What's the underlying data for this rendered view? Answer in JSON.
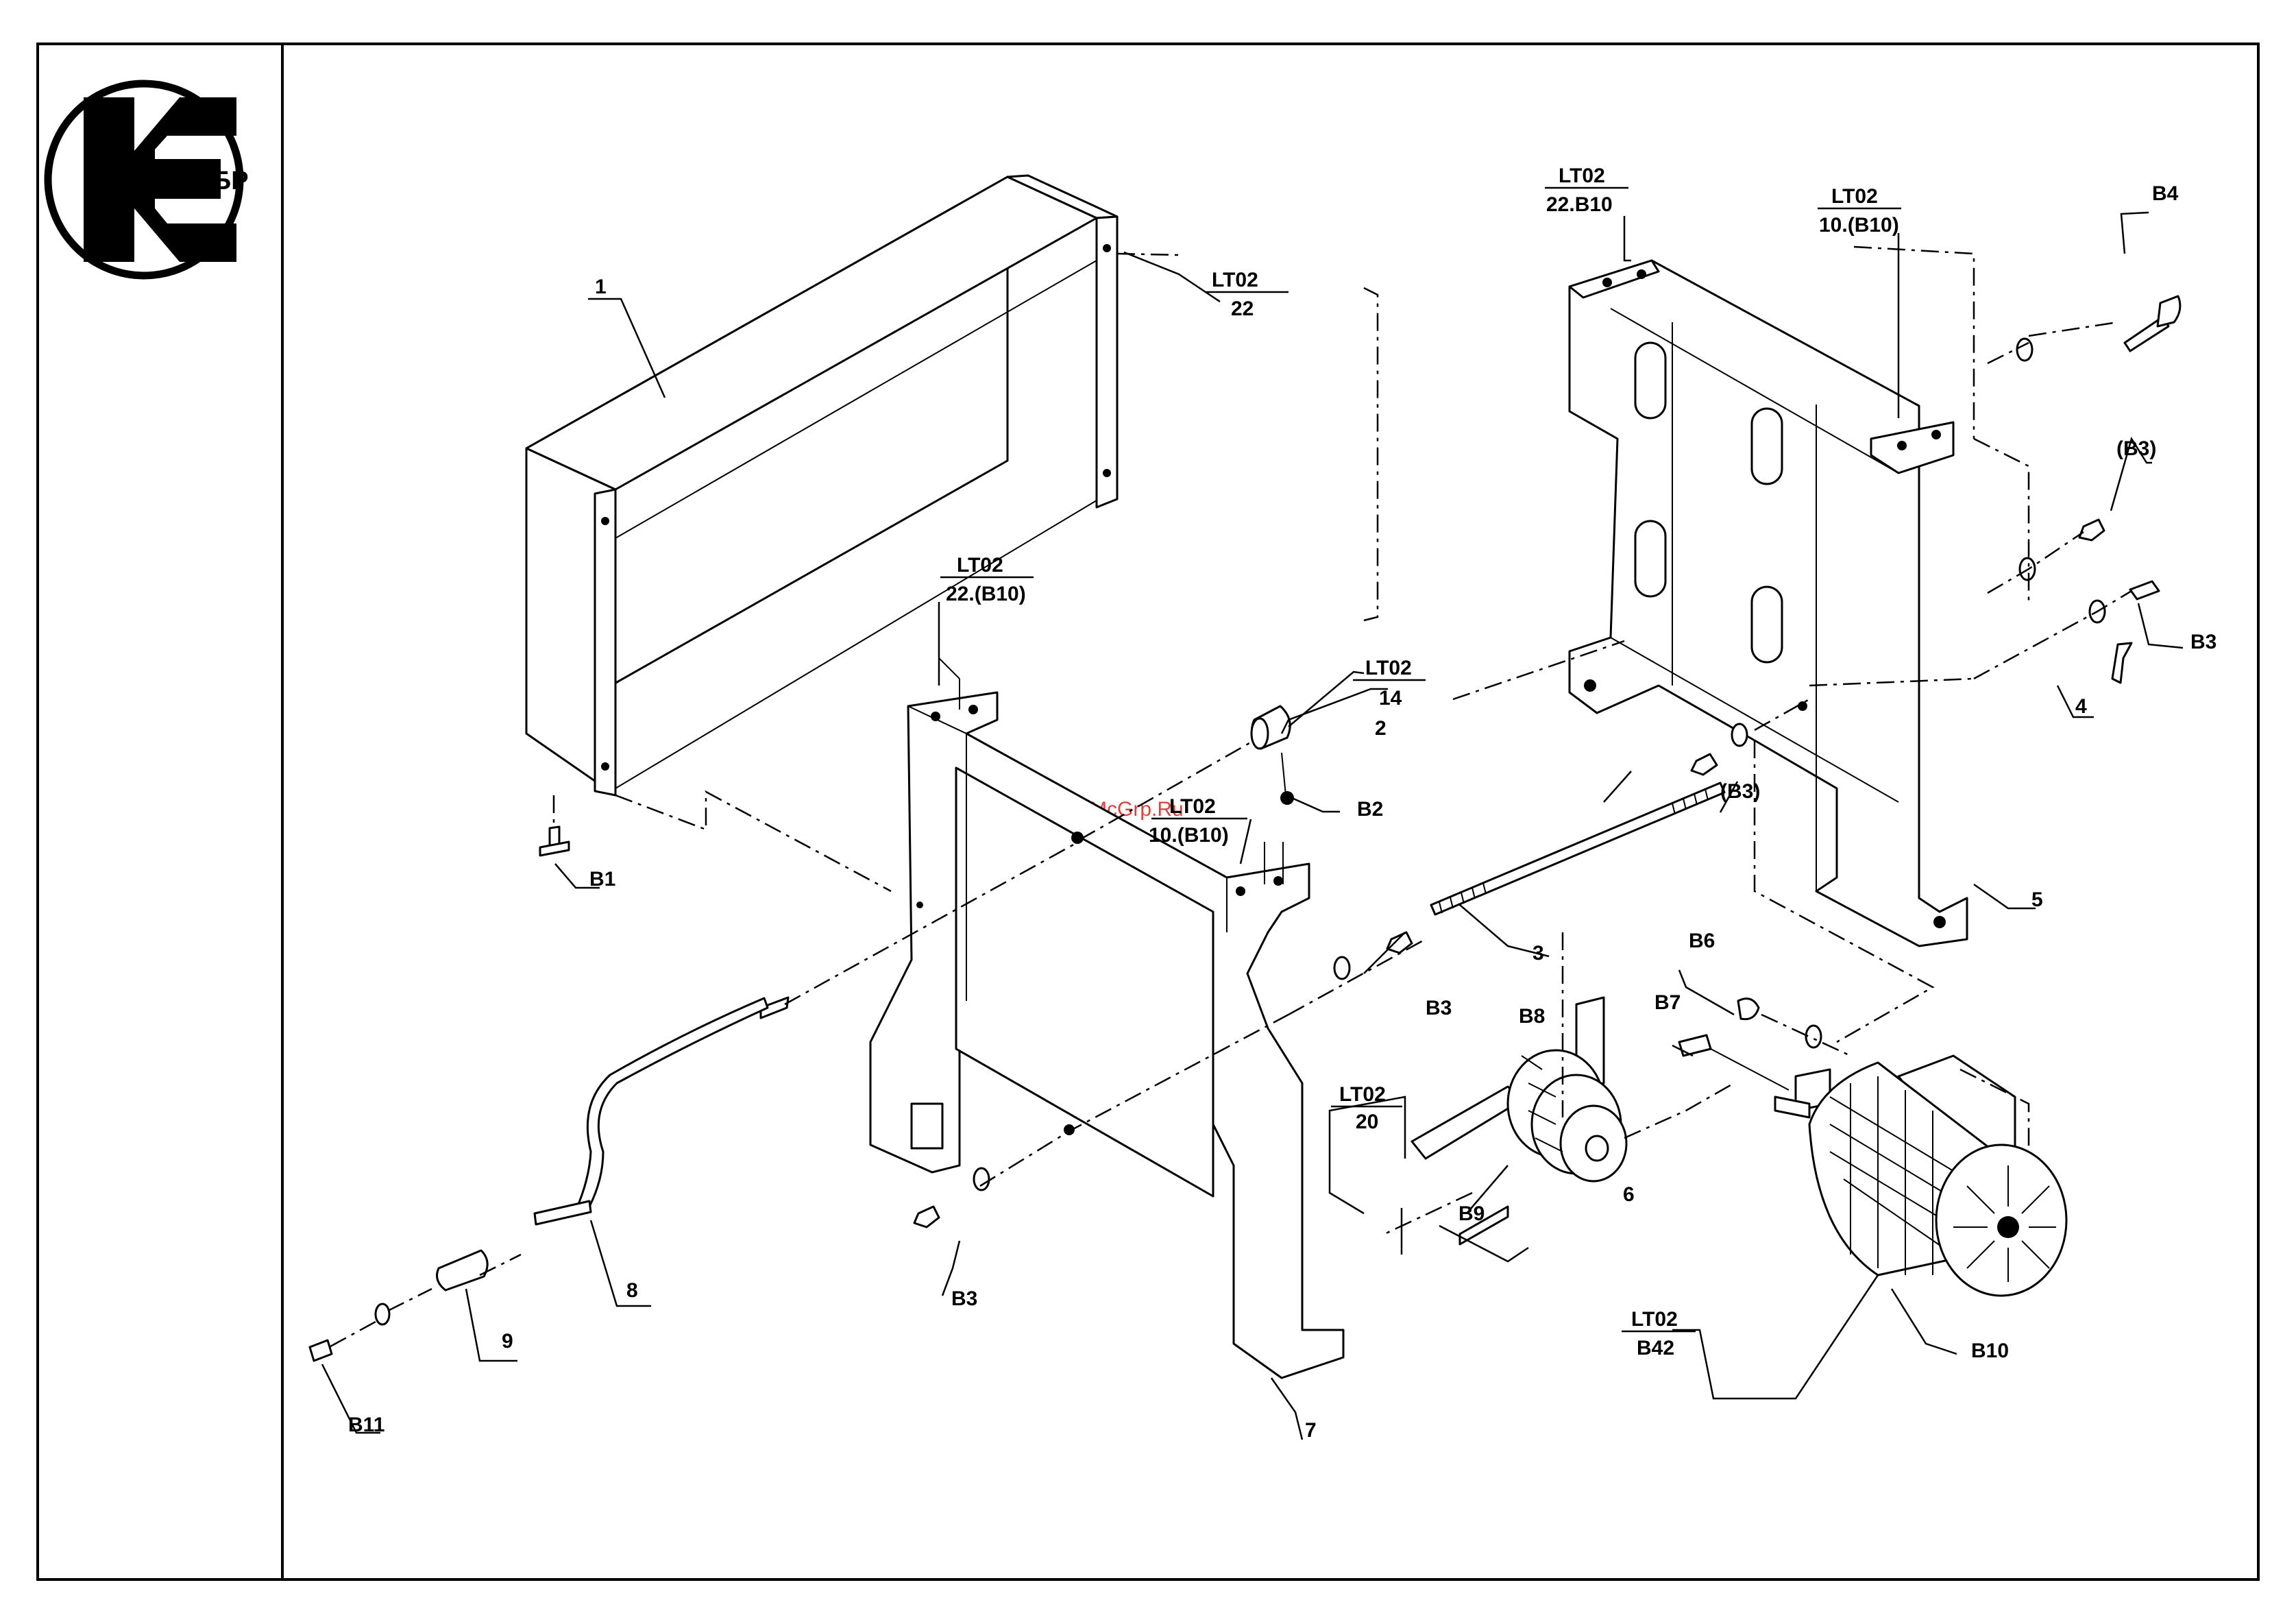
{
  "logo": {
    "text": "АЛИБР"
  },
  "watermark": "McGrp.Ru",
  "callouts": {
    "p1": "1",
    "p2": "2",
    "p3": "3",
    "p4": "4",
    "p5": "5",
    "p6": "6",
    "p7": "7",
    "p8": "8",
    "p9": "9",
    "b1": "B1",
    "b2": "B2",
    "b3_a": "B3",
    "b3_b": "B3",
    "b3_c": "B3",
    "b3_paren_a": "(B3)",
    "b3_paren_b": "(B3)",
    "b4": "B4",
    "b6": "B6",
    "b7": "B7",
    "b8": "B8",
    "b9": "B9",
    "b10": "B10",
    "b11": "B11"
  },
  "refs": {
    "r1": {
      "top": "LT02",
      "bottom": "22"
    },
    "r2": {
      "top": "LT02",
      "bottom": "22.B10"
    },
    "r3": {
      "top": "LT02",
      "bottom": "10.(B10)"
    },
    "r4": {
      "top": "LT02",
      "bottom": "22.(B10)"
    },
    "r5": {
      "top": "LT02",
      "bottom": "14"
    },
    "r6": {
      "top": "LT02",
      "bottom": "10.(B10)"
    },
    "r7": {
      "top": "LT02",
      "bottom": "20"
    },
    "r8": {
      "top": "LT02",
      "bottom": "B42"
    }
  }
}
